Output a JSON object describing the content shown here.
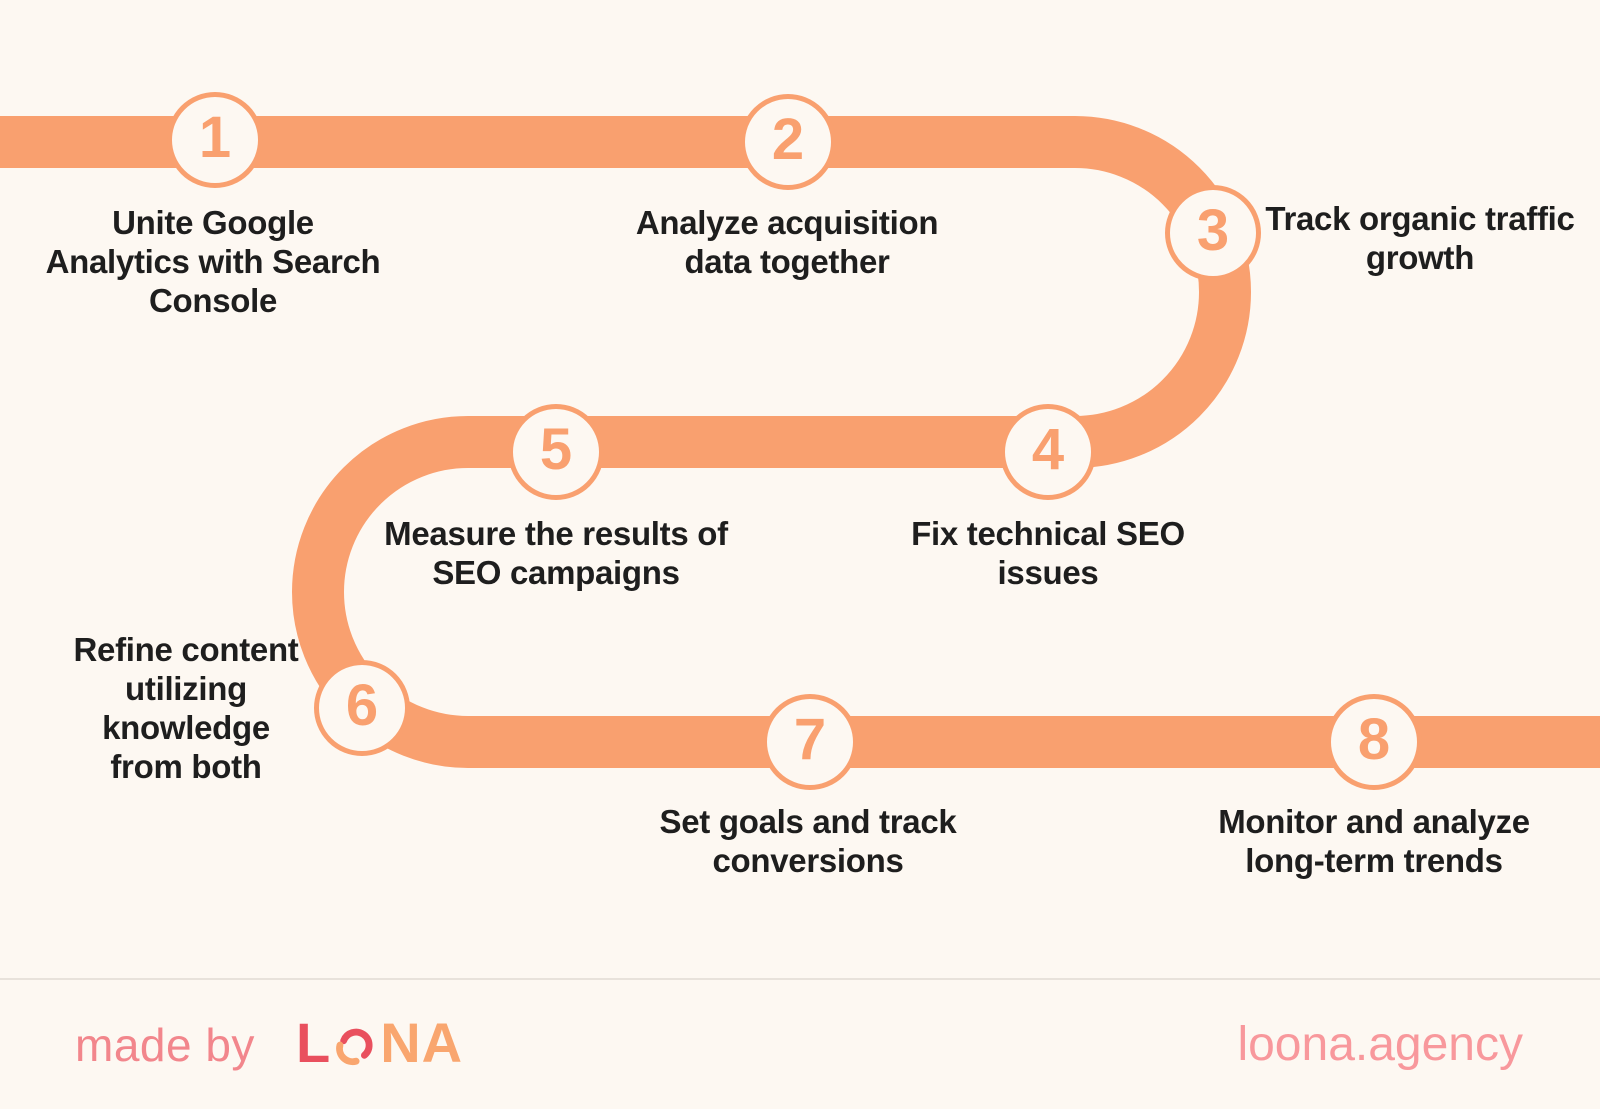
{
  "page": {
    "background": "#FDF8F2"
  },
  "colors": {
    "band": "#F9A06F",
    "circle_border": "#F9A06F",
    "circle_fill": "#FDF8F2",
    "step_number": "#F9A06F",
    "heading_text": "#1E1E1E",
    "made_by_text": "#F2868C",
    "agency_text": "#F8989C",
    "logo_red": "#E9505E",
    "logo_orange": "#F9A66F",
    "divider": "#E8E2DB"
  },
  "steps": [
    {
      "number": "1",
      "lines": [
        "Unite Google",
        "Analytics with Search",
        "Console"
      ]
    },
    {
      "number": "2",
      "lines": [
        "Analyze acquisition",
        "data together"
      ]
    },
    {
      "number": "3",
      "lines": [
        "Track organic traffic",
        "growth"
      ]
    },
    {
      "number": "4",
      "lines": [
        "Fix technical SEO",
        "issues"
      ]
    },
    {
      "number": "5",
      "lines": [
        "Measure the results of",
        "SEO campaigns"
      ]
    },
    {
      "number": "6",
      "lines": [
        "Refine content",
        "utilizing",
        "knowledge",
        "from both"
      ]
    },
    {
      "number": "7",
      "lines": [
        "Set goals and track",
        "conversions"
      ]
    },
    {
      "number": "8",
      "lines": [
        "Monitor and analyze",
        "long-term trends"
      ]
    }
  ],
  "footer": {
    "made_by": "made by",
    "logo_text_left": "L",
    "logo_text_right": "NA",
    "agency": "loona.agency"
  }
}
